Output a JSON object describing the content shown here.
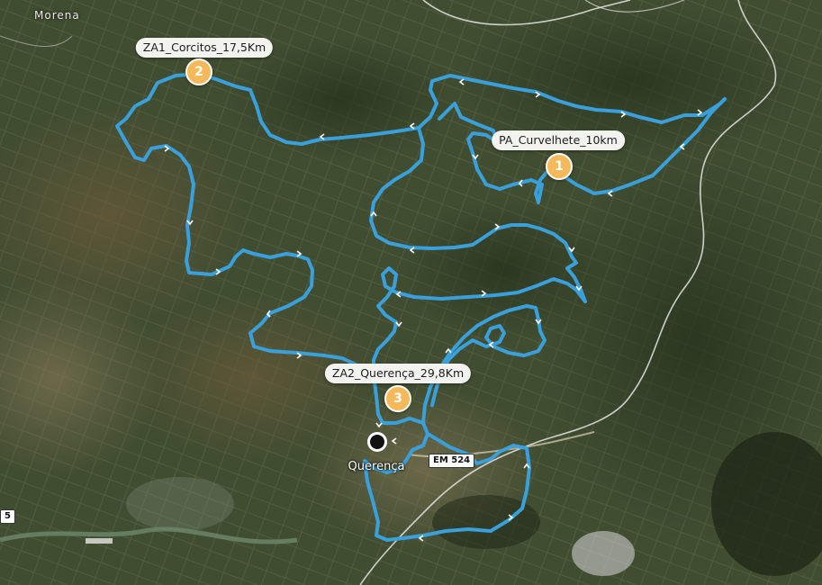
{
  "map": {
    "region_label": "Morena",
    "town": {
      "name": "Querença"
    },
    "road": {
      "ref": "EM 524"
    },
    "edge_road": {
      "ref": "5"
    },
    "route_color": "#3aa0db",
    "marker_color": "#f5b95c",
    "routes": [
      {
        "number": "1",
        "label": "PA_Curvelhete_10km"
      },
      {
        "number": "2",
        "label": "ZA1_Corcitos_17,5Km"
      },
      {
        "number": "3",
        "label": "ZA2_Querença_29,8Km"
      }
    ]
  }
}
